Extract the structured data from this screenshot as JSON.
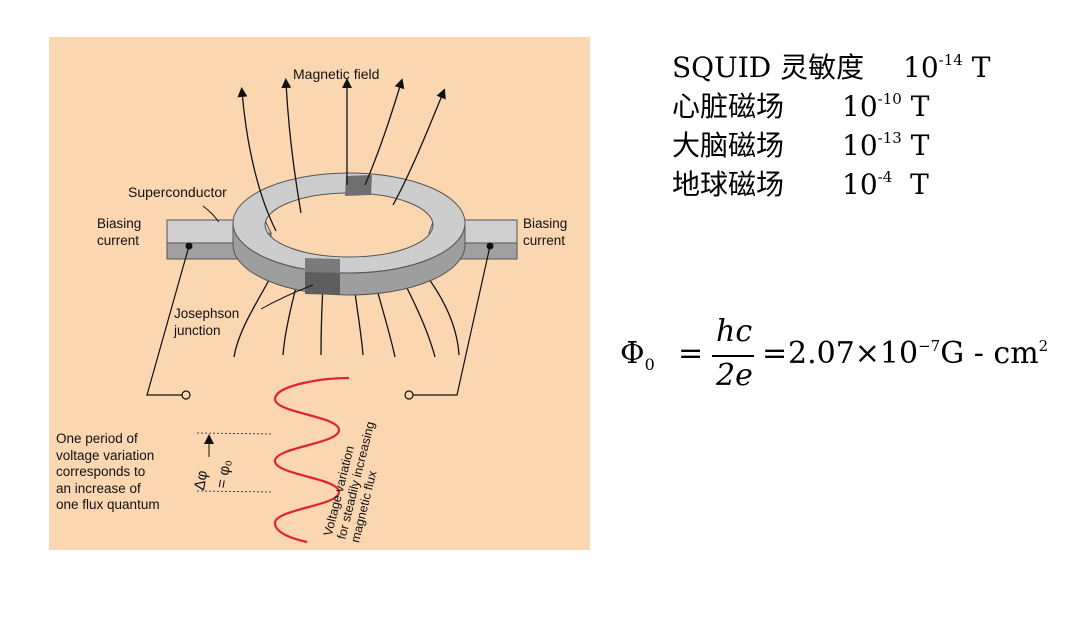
{
  "figure": {
    "labels": {
      "magnetic_field": "Magnetic field",
      "superconductor": "Superconductor",
      "biasing_current_left": [
        "Biasing",
        "current"
      ],
      "biasing_current_right": [
        "Biasing",
        "current"
      ],
      "josephson_junction": [
        "Josephson",
        "junction"
      ],
      "period_note": [
        "One period of",
        "voltage variation",
        "corresponds to",
        "an increase of",
        "one flux quantum"
      ],
      "delta_phi": "Δφ",
      "equals_phi0": "= φ₀",
      "voltage_variation": [
        "Voltage variation",
        "for steadily increasing",
        "magnetic flux"
      ]
    },
    "colors": {
      "background": "#fbd7b1",
      "ring_top": "#c9c9c9",
      "ring_side": "#9e9e9e",
      "junction": "#6f6f6f",
      "voltage_curve": "#e0232f",
      "field_lines": "#111111"
    }
  },
  "facts": [
    {
      "name": "SQUID 灵敏度",
      "base": "10",
      "exp": "-14",
      "unit": "T"
    },
    {
      "name": "心脏磁场",
      "base": "10",
      "exp": "-10",
      "unit": "T"
    },
    {
      "name": "大脑磁场",
      "base": "10",
      "exp": "-13",
      "unit": "T"
    },
    {
      "name": "地球磁场",
      "base": "10",
      "exp": "-4",
      "unit": "T"
    }
  ],
  "formula": {
    "lhs": "Φ",
    "lhs_sub": "0",
    "eq1": "=",
    "numerator": "hc",
    "denominator": "2e",
    "eq2": "=",
    "value": "2.07×10",
    "value_exp": "−7",
    "unit": "G - cm",
    "unit_exp": "2"
  }
}
